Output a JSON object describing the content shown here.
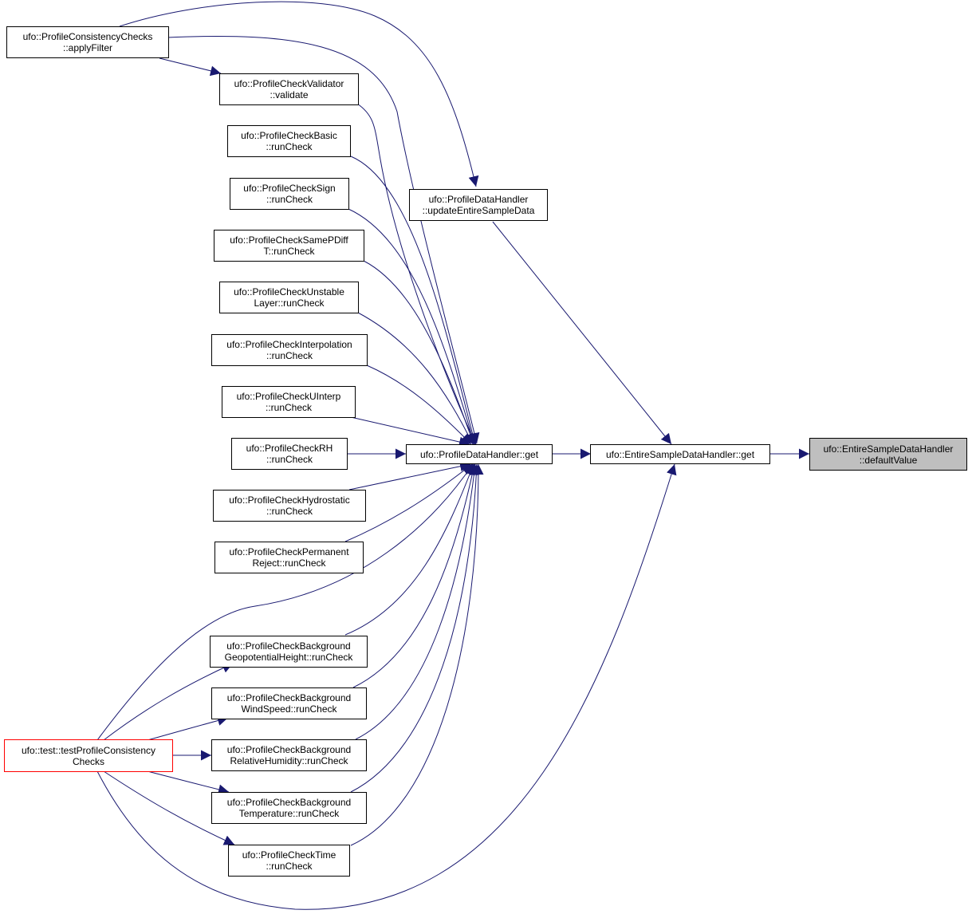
{
  "colors": {
    "edge": "#191970",
    "node_border": "#000000",
    "focus_fill": "#bfbfbf",
    "highlight_border": "#ff0000"
  },
  "nodes": {
    "consistency_apply_filter": {
      "line1": "ufo::ProfileConsistencyChecks",
      "line2": "::applyFilter"
    },
    "validator_validate": {
      "line1": "ufo::ProfileCheckValidator",
      "line2": "::validate"
    },
    "basic": {
      "line1": "ufo::ProfileCheckBasic",
      "line2": "::runCheck"
    },
    "sign": {
      "line1": "ufo::ProfileCheckSign",
      "line2": "::runCheck"
    },
    "same_pdiff_t": {
      "line1": "ufo::ProfileCheckSamePDiff",
      "line2": "T::runCheck"
    },
    "unstable_layer": {
      "line1": "ufo::ProfileCheckUnstable",
      "line2": "Layer::runCheck"
    },
    "interpolation": {
      "line1": "ufo::ProfileCheckInterpolation",
      "line2": "::runCheck"
    },
    "uinterp": {
      "line1": "ufo::ProfileCheckUInterp",
      "line2": "::runCheck"
    },
    "rh": {
      "line1": "ufo::ProfileCheckRH",
      "line2": "::runCheck"
    },
    "hydrostatic": {
      "line1": "ufo::ProfileCheckHydrostatic",
      "line2": "::runCheck"
    },
    "permanent_reject": {
      "line1": "ufo::ProfileCheckPermanent",
      "line2": "Reject::runCheck"
    },
    "bg_geopotential": {
      "line1": "ufo::ProfileCheckBackground",
      "line2": "GeopotentialHeight::runCheck"
    },
    "bg_windspeed": {
      "line1": "ufo::ProfileCheckBackground",
      "line2": "WindSpeed::runCheck"
    },
    "bg_relhum": {
      "line1": "ufo::ProfileCheckBackground",
      "line2": "RelativeHumidity::runCheck"
    },
    "bg_temperature": {
      "line1": "ufo::ProfileCheckBackground",
      "line2": "Temperature::runCheck"
    },
    "time": {
      "line1": "ufo::ProfileCheckTime",
      "line2": "::runCheck"
    },
    "test_consistency": {
      "line1": "ufo::test::testProfileConsistency",
      "line2": "Checks"
    },
    "update_entire_sample": {
      "line1": "ufo::ProfileDataHandler",
      "line2": "::updateEntireSampleData"
    },
    "profile_data_get": {
      "line1": "ufo::ProfileDataHandler::get"
    },
    "entire_sample_get": {
      "line1": "ufo::EntireSampleDataHandler::get"
    },
    "default_value": {
      "line1": "ufo::EntireSampleDataHandler",
      "line2": "::defaultValue"
    }
  }
}
